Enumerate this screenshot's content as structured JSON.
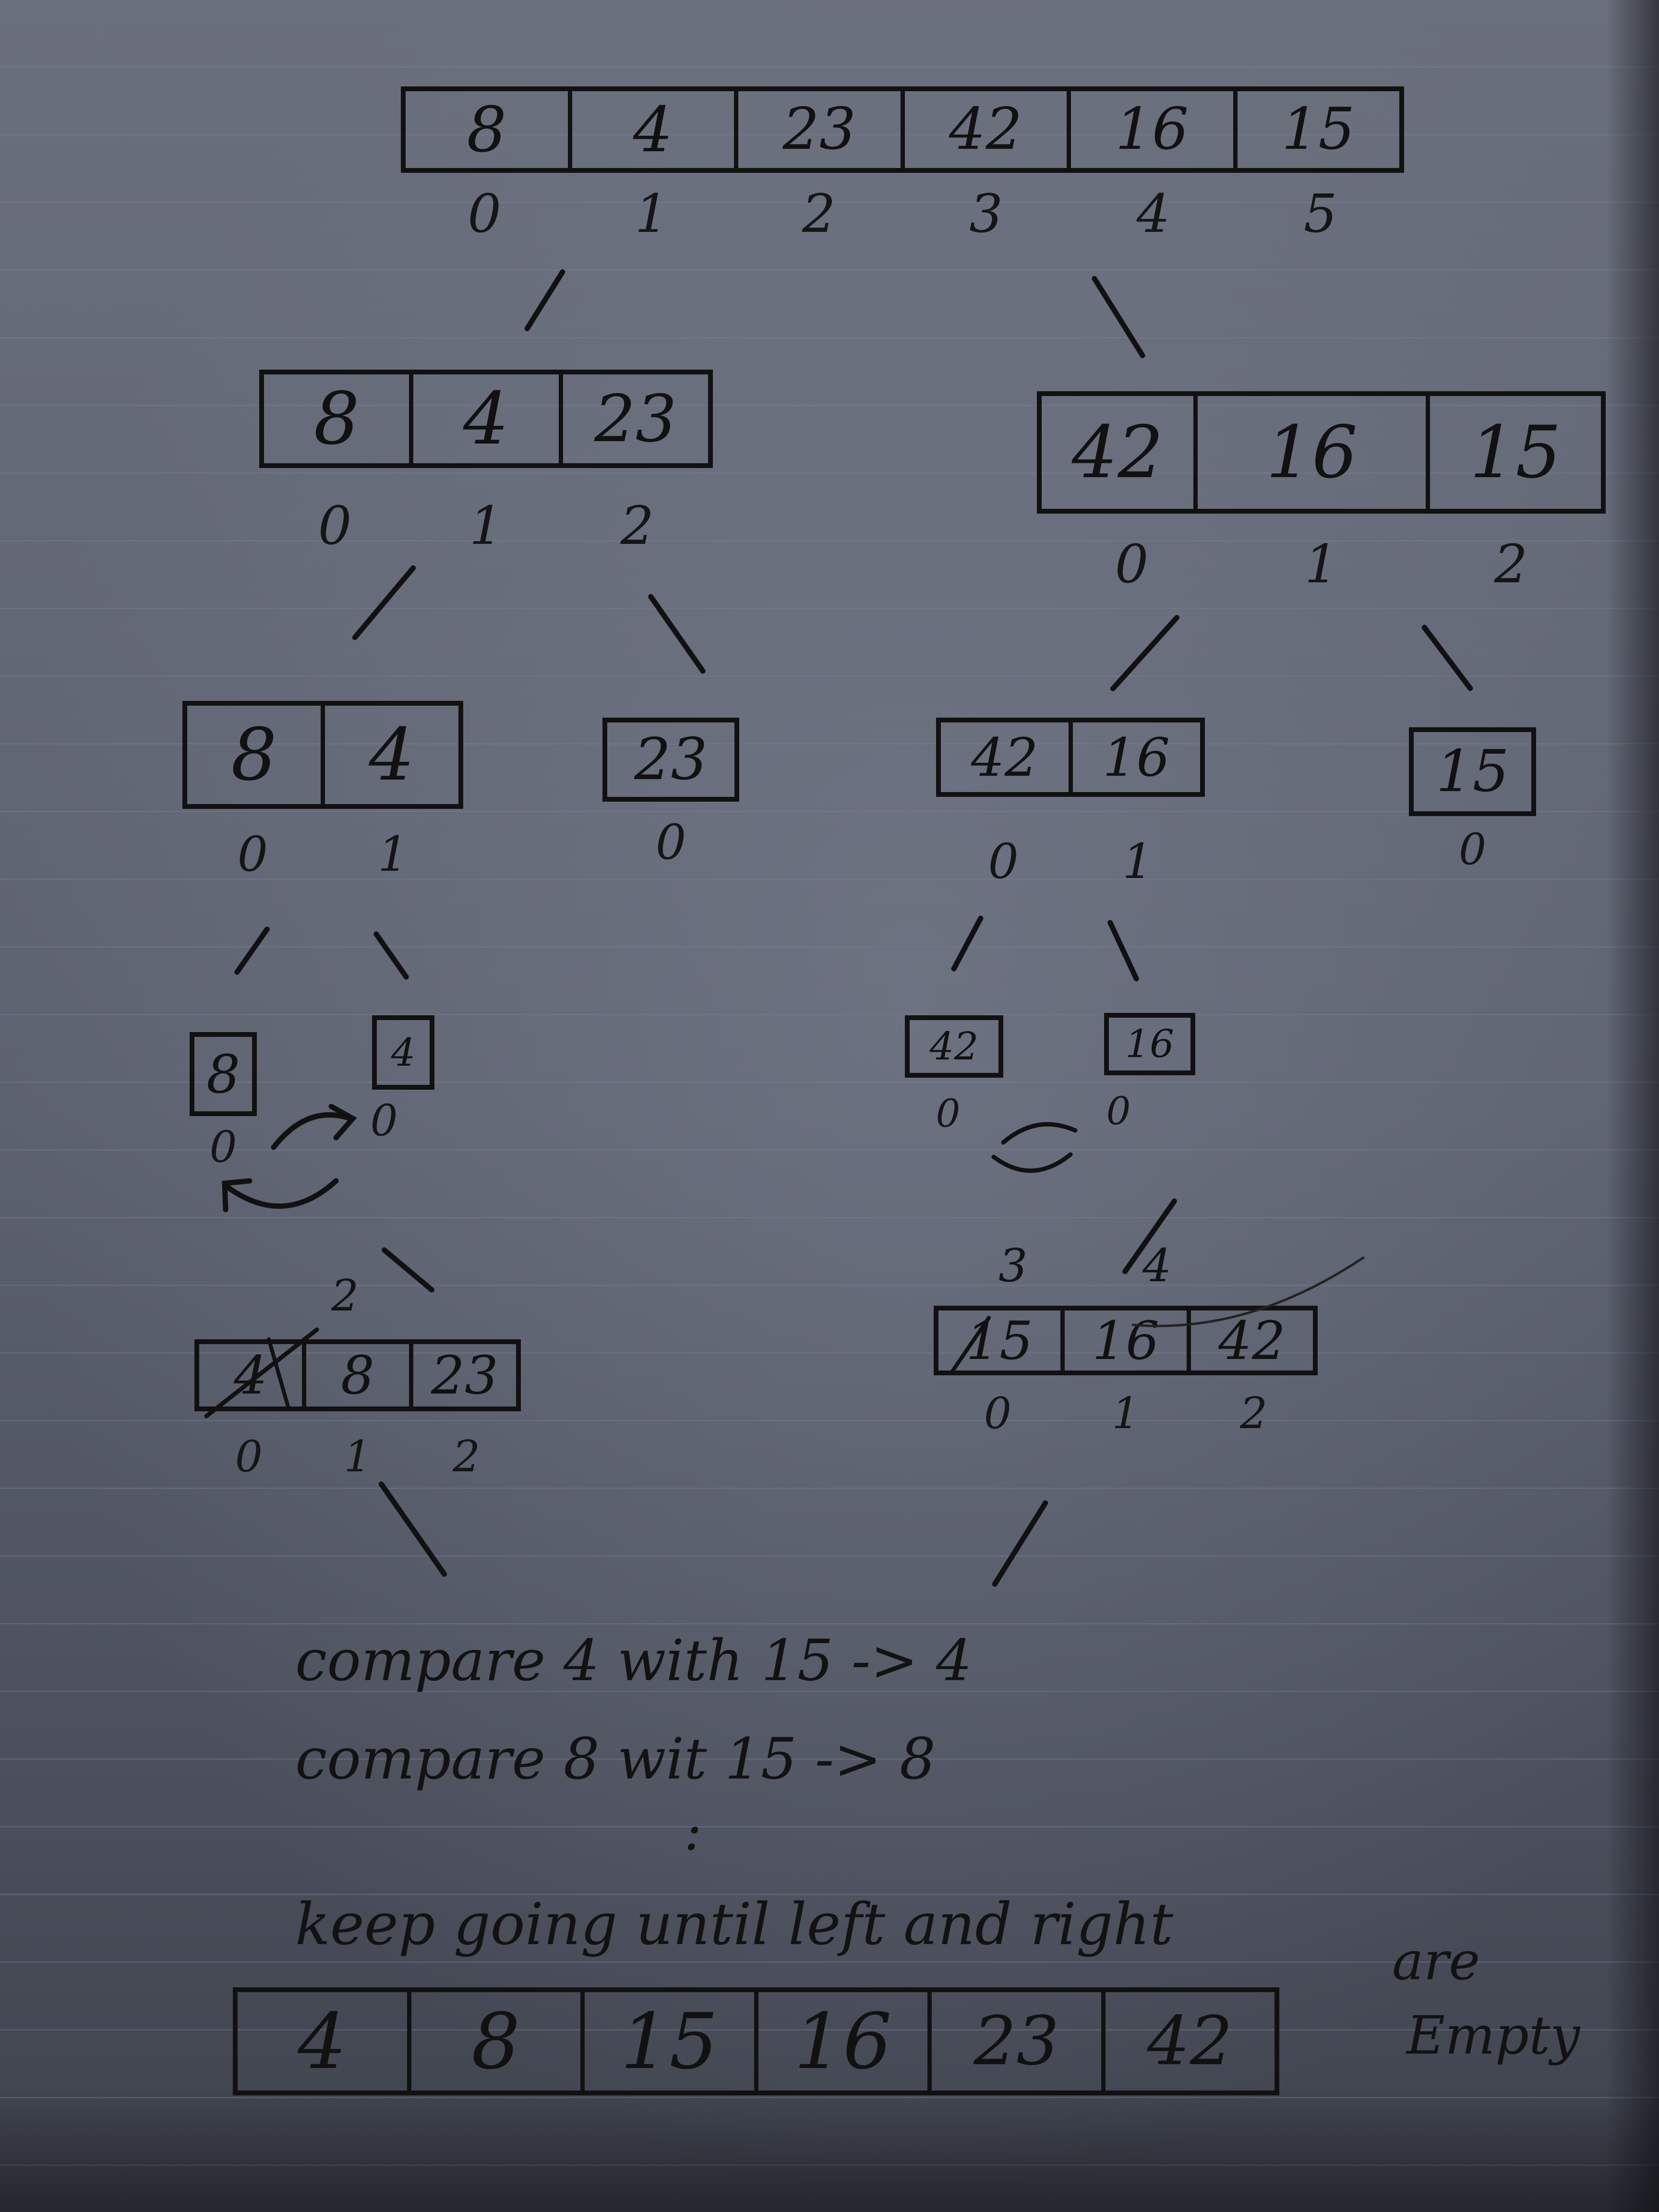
{
  "arrays": [
    {
      "id": "root",
      "values": [
        "8",
        "4",
        "23",
        "42",
        "16",
        "15"
      ],
      "indices": [
        "0",
        "1",
        "2",
        "3",
        "4",
        "5"
      ]
    },
    {
      "id": "left-half",
      "values": [
        "8",
        "4",
        "23"
      ],
      "indices": [
        "0",
        "1",
        "2"
      ]
    },
    {
      "id": "right-half",
      "values": [
        "42",
        "16",
        "15"
      ],
      "indices": [
        "0",
        "1",
        "2"
      ]
    },
    {
      "id": "left-pair",
      "values": [
        "8",
        "4"
      ],
      "indices": [
        "0",
        "1"
      ]
    },
    {
      "id": "left-single-23",
      "values": [
        "23"
      ],
      "indices": [
        "0"
      ]
    },
    {
      "id": "right-pair",
      "values": [
        "42",
        "16"
      ],
      "indices": [
        "0",
        "1"
      ]
    },
    {
      "id": "right-single-15",
      "values": [
        "15"
      ],
      "indices": [
        "0"
      ]
    },
    {
      "id": "single-8",
      "values": [
        "8"
      ],
      "indices": [
        "0"
      ]
    },
    {
      "id": "single-4",
      "values": [
        "4"
      ],
      "indices": [
        "0"
      ]
    },
    {
      "id": "single-42",
      "values": [
        "42"
      ],
      "indices": [
        "0"
      ]
    },
    {
      "id": "single-16",
      "values": [
        "16"
      ],
      "indices": [
        "0"
      ]
    },
    {
      "id": "merged-left",
      "values": [
        "4",
        "8",
        "23"
      ],
      "indices": [
        "0",
        "1",
        "2"
      ]
    },
    {
      "id": "merged-right",
      "values": [
        "15",
        "16",
        "42"
      ],
      "indices": [
        "0",
        "1",
        "2"
      ]
    },
    {
      "id": "final",
      "values": [
        "4",
        "8",
        "15",
        "16",
        "23",
        "42"
      ],
      "indices": []
    }
  ],
  "annotations": {
    "merged_left_above": "2",
    "merged_right_above_a": "3",
    "merged_right_above_b": "4",
    "compare_line_1": "compare 4 with 15 -> 4",
    "compare_line_2": "compare 8 wit 15 -> 8",
    "ellipsis": ":",
    "keep_going_line": "keep going until left and right",
    "are_word": "are",
    "empty_word": "Empty"
  },
  "colors": {
    "ink": "#111111",
    "paper": "#5d6270",
    "rule_line": "#78829a"
  }
}
